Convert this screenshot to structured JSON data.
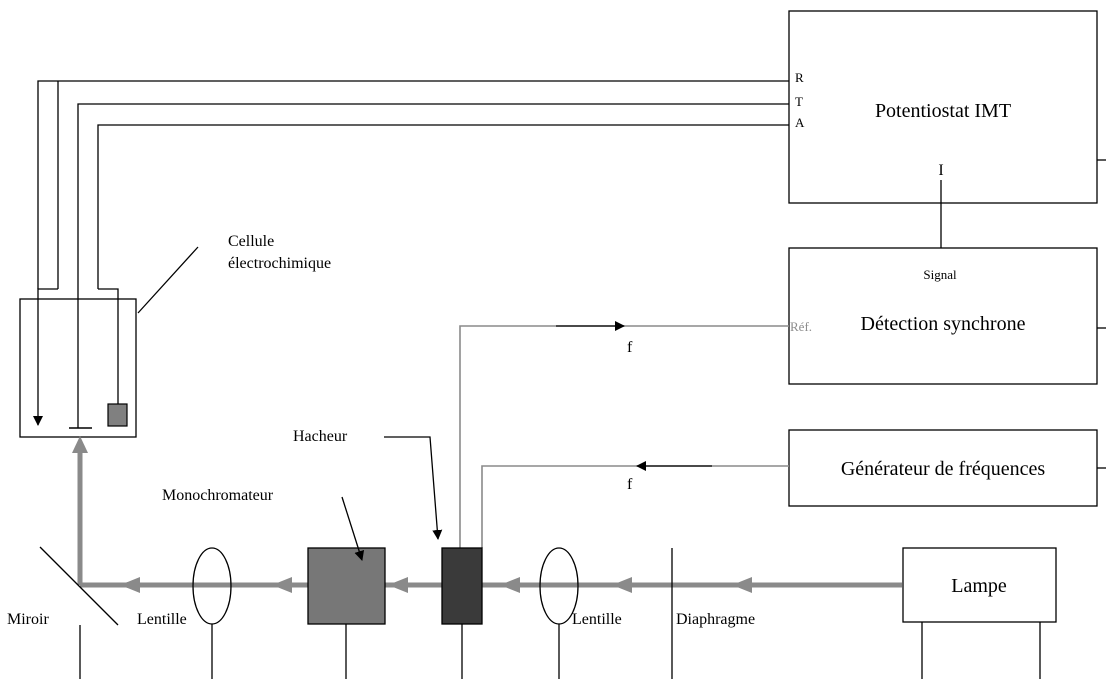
{
  "potentiostat": {
    "title": "Potentiostat IMT",
    "terminal_r": "R",
    "terminal_t": "T",
    "terminal_a": "A",
    "output_i": "I"
  },
  "detection": {
    "title": "Détection synchrone",
    "signal_label": "Signal",
    "ref_label": "Réf."
  },
  "generator": {
    "title": "Générateur de fréquences"
  },
  "freq_label_top": "f",
  "freq_label_bottom": "f",
  "labels": {
    "cell_line1": "Cellule",
    "cell_line2": "électrochimique",
    "chopper": "Hacheur",
    "monochromator": "Monochromateur",
    "mirror": "Miroir",
    "lens_left": "Lentille",
    "lens_right": "Lentille",
    "diaphragm": "Diaphragme",
    "lamp": "Lampe"
  },
  "colors": {
    "beam": "#8a8a8a",
    "monochromator_fill": "#777777",
    "chopper_fill": "#3a3a3a",
    "electrode_fill": "#808080",
    "reference_text": "#8c8c8c"
  }
}
